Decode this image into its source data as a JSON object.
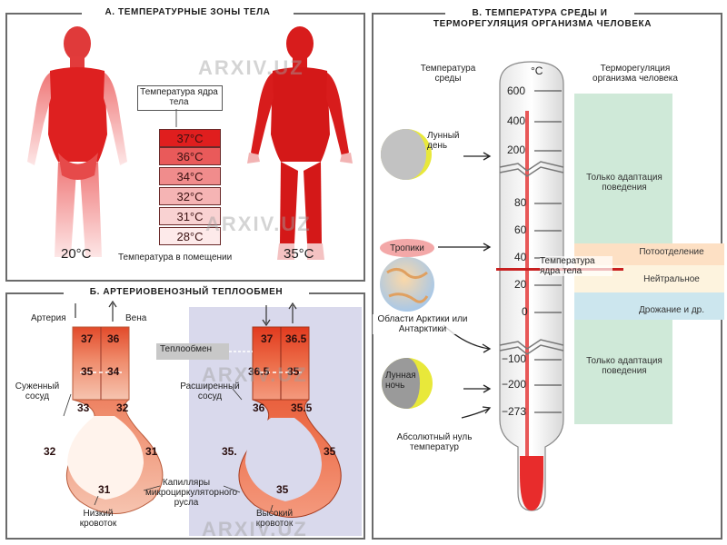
{
  "panel_a": {
    "title": "А. ТЕМПЕРАТУРНЫЕ ЗОНЫ ТЕЛА",
    "core_label": "Температура ядра тела",
    "scale": [
      "37°C",
      "36°C",
      "34°C",
      "32°C",
      "31°C",
      "28°C"
    ],
    "left_temp": "20°C",
    "right_temp": "35°C",
    "room_label": "Температура в помещении"
  },
  "panel_b": {
    "title": "Б. АРТЕРИОВЕНОЗНЫЙ ТЕПЛООБМЕН",
    "artery": "Артерия",
    "vein": "Вена",
    "heat_exchange": "Теплообмен",
    "narrowed": "Суженный сосуд",
    "widened": "Расширенный сосуд",
    "capillaries": "Капилляры микроциркуляторного русла",
    "low_flow": "Низкий кровоток",
    "high_flow": "Высокий кровоток",
    "left_loop": [
      "37",
      "36",
      "35",
      "34",
      "33",
      "32",
      "32",
      "31",
      "31"
    ],
    "right_loop": [
      "37",
      "36.5",
      "36.5",
      "35",
      "36",
      "35.5",
      "35.",
      "35",
      "35"
    ]
  },
  "panel_c": {
    "title_line1": "В. ТЕМПЕРАТУРА СРЕДЫ И",
    "title_line2": "ТЕРМОРЕГУЛЯЦИЯ ОРГАНИЗМА ЧЕЛОВЕКА",
    "env_header": "Температура среды",
    "thermo_header": "Терморегуляция организма человека",
    "unit": "°C",
    "ticks": [
      "600",
      "400",
      "200",
      "80",
      "60",
      "40",
      "20",
      "0",
      "−100",
      "−200",
      "−273"
    ],
    "lunar_day": "Лунный день",
    "tropics": "Тропики",
    "arctic": "Области Арктики или Антарктики",
    "lunar_night": "Лунная ночь",
    "absolute_zero": "Абсолютный нуль температур",
    "core_temp": "Температура ядра тела",
    "zone_top": "Только адаптация поведения",
    "zone_sweat": "Потоотделение",
    "zone_neutral": "Нейтральное",
    "zone_shiver": "Дрожание и др.",
    "zone_bottom": "Только адаптация поведения"
  },
  "watermark": "ARXIV.UZ",
  "colors": {
    "red": "#d42020",
    "core_line": "#c82020",
    "zone_green": "#cfe9d8",
    "zone_peach": "#fde0c4",
    "zone_cream": "#fdf3de",
    "zone_blue": "#cce6ee",
    "panel_b_bg": "#d9d9ec"
  }
}
